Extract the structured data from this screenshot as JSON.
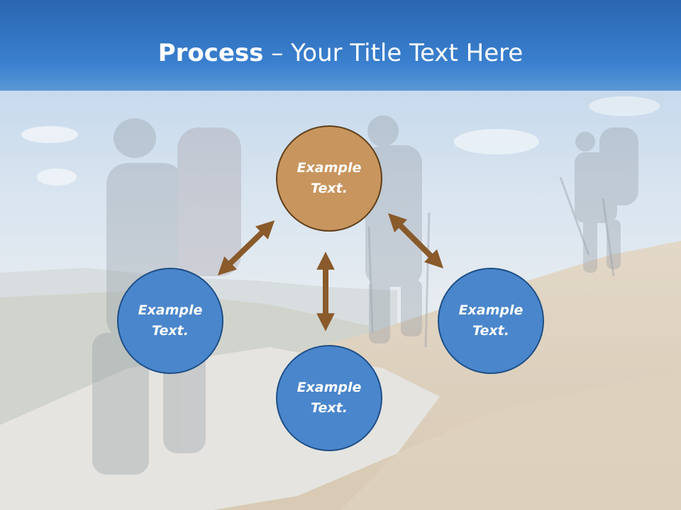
{
  "slide": {
    "title_bold": "Process",
    "title_rest": " – Your Title Text Here"
  },
  "nodes": {
    "top": {
      "line1": "Example",
      "line2": "Text."
    },
    "left": {
      "line1": "Example",
      "line2": "Text."
    },
    "right": {
      "line1": "Example",
      "line2": "Text."
    },
    "bottom": {
      "line1": "Example",
      "line2": "Text."
    }
  },
  "colors": {
    "title_band": "#3a80cf",
    "node_blue": "#4a86cc",
    "node_brown": "#c8955e",
    "arrow_brown": "#8a5a2b"
  },
  "background": "faded photo of hikers with backpacks and trekking poles on a mountain ridge under a blue sky"
}
